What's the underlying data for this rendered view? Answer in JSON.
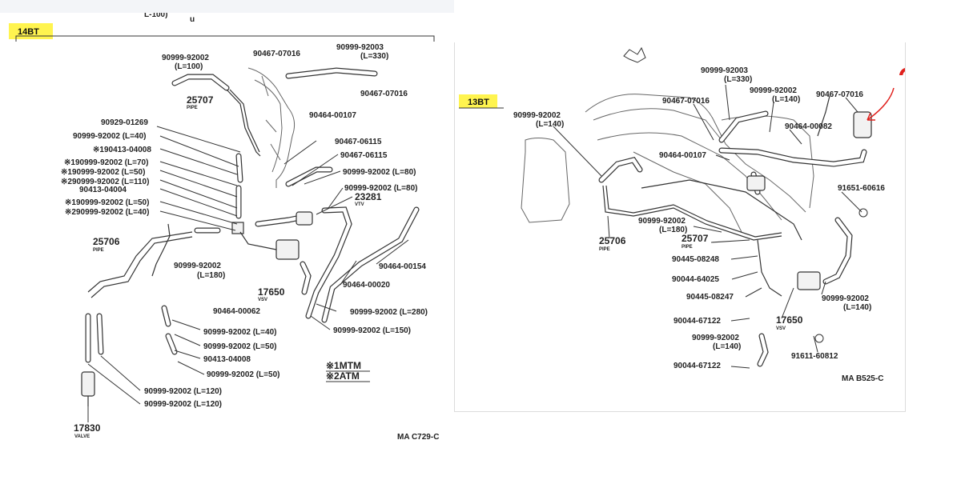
{
  "colors": {
    "highlight": "#fff44f",
    "annotation": "#e0201c",
    "ink": "#222222"
  },
  "left": {
    "cut_text": "L-100)",
    "section_tag": "14BT",
    "labels": {
      "p_90999_92002_l100": "90999-92002",
      "p_90999_92002_l100_len": "(L=100)",
      "p_90467_07016_a": "90467-07016",
      "p_90999_92003": "90999-92003",
      "p_90999_92003_len": "(L=330)",
      "p_90467_07016_b": "90467-07016",
      "p_25707": "25707",
      "p_25707_sub": "PIPE",
      "p_90464_00107": "90464-00107",
      "p_90929_01269": "90929-01269",
      "p_90999_92002_l40": "90999-92002 (L=40)",
      "p_1_90413": "※190413-04008",
      "p_1_l70": "※190999-92002 (L=70)",
      "p_1_l50": "※190999-92002 (L=50)",
      "p_2_l110": "※290999-92002 (L=110)",
      "p_90413_04004": "90413-04004",
      "p_1_l50b": "※190999-92002 (L=50)",
      "p_2_l40": "※290999-92002 (L=40)",
      "p_90467_06115": "90467-06115",
      "p_90467_06115b": "90467-06115",
      "p_l80a": "90999-92002 (L=80)",
      "p_l80b": "90999-92002 (L=80)",
      "p_23281": "23281",
      "p_23281_sub": "VTV",
      "p_25706": "25706",
      "p_25706_sub": "PIPE",
      "p_l180": "90999-92002",
      "p_l180_len": "(L=180)",
      "p_17650": "17650",
      "p_17650_sub": "VSV",
      "p_90464_00154": "90464-00154",
      "p_90464_00020": "90464-00020",
      "p_90464_00062": "90464-00062",
      "p_l280": "90999-92002 (L=280)",
      "p_l150": "90999-92002 (L=150)",
      "p_l40b": "90999-92002 (L=40)",
      "p_l50c": "90999-92002 (L=50)",
      "p_90413_04008": "90413-04008",
      "p_l50d": "90999-92002 (L=50)",
      "p_l120a": "90999-92002 (L=120)",
      "p_l120b": "90999-92002 (L=120)",
      "p_17830": "17830",
      "p_17830_sub": "VALVE",
      "legend_1": "※1MTM",
      "legend_2": "※2ATM",
      "code": "MA C729-C"
    }
  },
  "right": {
    "section_tag": "13BT",
    "annotation": "?",
    "labels": {
      "r_90999_92003": "90999-92003",
      "r_90999_92003_len": "(L=330)",
      "r_90999_92002_l140a": "90999-92002",
      "r_90999_92002_l140a_len": "(L=140)",
      "r_90467_07016a": "90467-07016",
      "r_90999_92002_top": "90999-92002",
      "r_90999_92002_top_len": "(L=140)",
      "r_90467_07016b": "90467-07016",
      "r_90464_00082": "90464-00082",
      "r_90464_00107": "90464-00107",
      "r_91651_60616": "91651-60616",
      "r_l180": "90999-92002",
      "r_l180_len": "(L=180)",
      "r_25706": "25706",
      "r_25706_sub": "PIPE",
      "r_25707": "25707",
      "r_25707_sub": "PIPE",
      "r_90445_08248": "90445-08248",
      "r_90044_64025": "90044-64025",
      "r_90445_08247": "90445-08247",
      "r_90044_67122a": "90044-67122",
      "r_17650": "17650",
      "r_17650_sub": "VSV",
      "r_l140c": "90999-92002",
      "r_l140c_len": "(L=140)",
      "r_l140d": "90999-92002",
      "r_l140d_len": "(L=140)",
      "r_91611_60812": "91611-60812",
      "r_90044_67122b": "90044-67122",
      "code": "MA B525-C"
    }
  }
}
